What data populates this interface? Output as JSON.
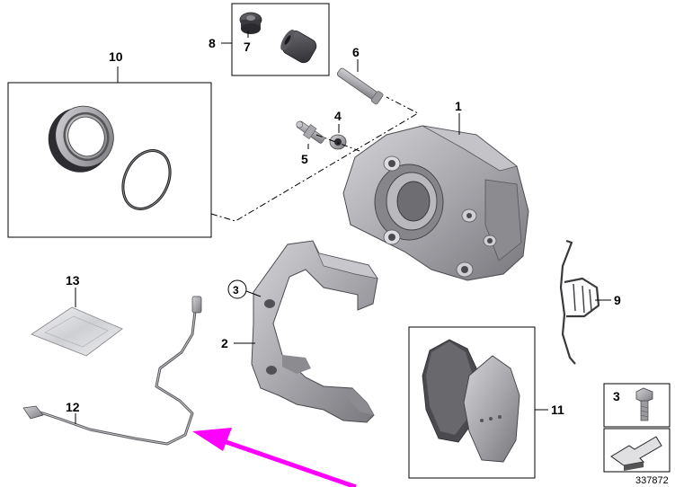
{
  "callouts": {
    "c1": "1",
    "c2": "2",
    "c3": "3",
    "c4": "4",
    "c5": "5",
    "c6": "6",
    "c7": "7",
    "c8": "8",
    "c9": "9",
    "c10": "10",
    "c11": "11",
    "c12": "12",
    "c13": "13",
    "c3_legend": "3"
  },
  "reference_number": "337872",
  "colors": {
    "part_fill": "#a9a9ad",
    "part_dark": "#6e6e73",
    "part_light": "#d6d6da",
    "pad_friction": "#4a4a4f",
    "highlight_arrow": "#ff00ff"
  },
  "icons": {
    "caliper": "brake-caliper-icon",
    "carrier": "caliper-carrier-icon",
    "pads": "brake-pad-set-icon",
    "spring": "anti-rattle-spring-icon",
    "sensor": "wear-sensor-icon",
    "grease": "grease-sachet-icon",
    "bolt": "hex-bolt-icon",
    "arrow": "pointer-arrow-icon"
  }
}
